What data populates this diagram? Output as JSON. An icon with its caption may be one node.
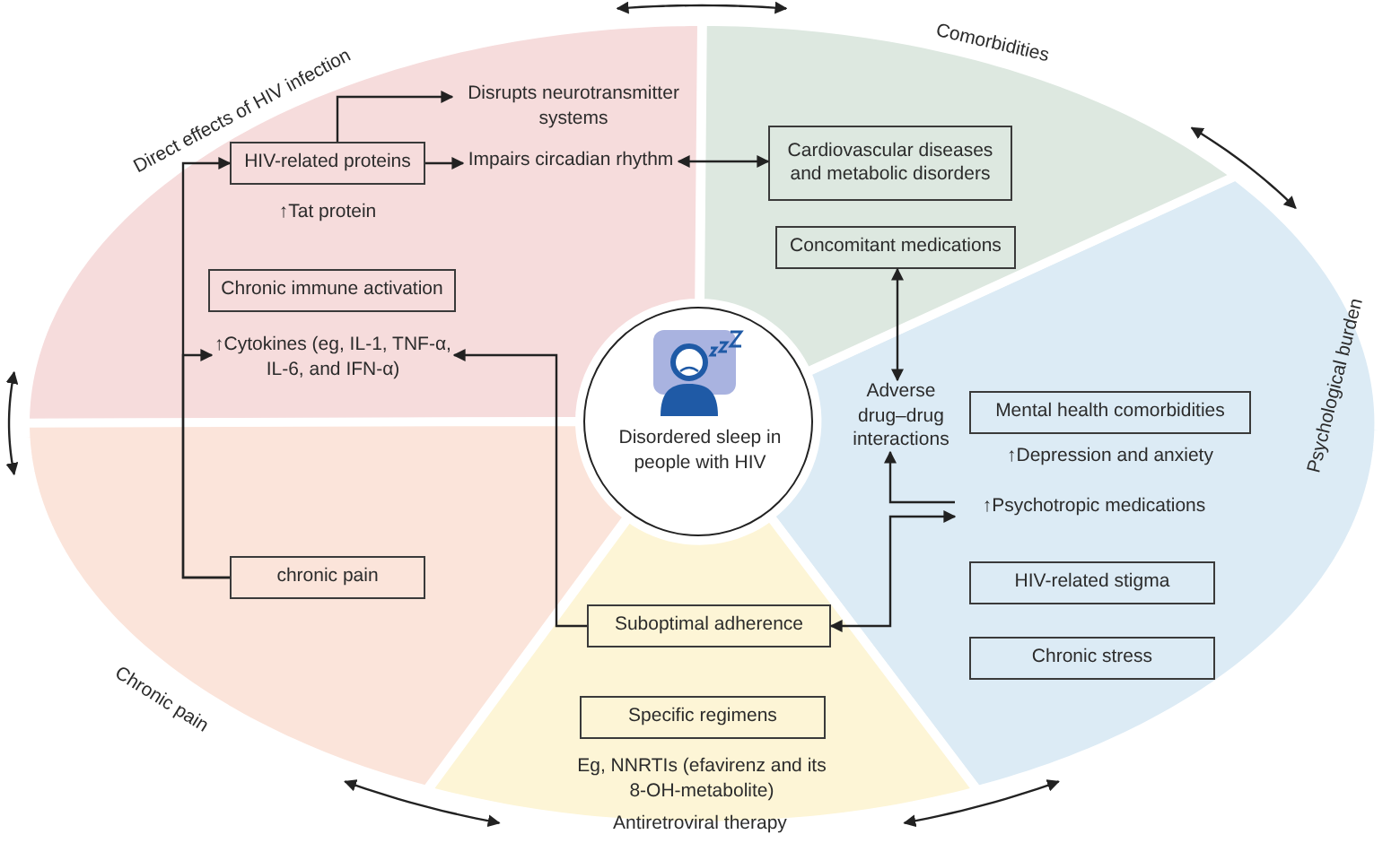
{
  "diagram": {
    "nodes": [
      {
        "text": [
          "Direct effects of HIV infection"
        ]
      },
      {
        "text": [
          "HIV-related proteins"
        ],
        "in": 0,
        "beside": [
          "↑Tat protein"
        ]
      },
      {
        "text": [
          "Disrupts neurotransmitter systems"
        ],
        "in": 0
      },
      {
        "text": [
          "Impairs circadian rhythm"
        ],
        "in": 0
      },
      {
        "text": [
          "Chronic immune activation"
        ],
        "in": 0
      },
      {
        "text": [
          "↑Cytokines (eg, IL-1, TNF-α, IL-6, and IFN-α)"
        ],
        "in": 0
      },
      {
        "text": [
          "Comorbidities"
        ]
      },
      {
        "text": [
          "Cardiovascular diseases and metabolic disorders"
        ],
        "in": 6
      },
      {
        "text": [
          "Concomitant medications"
        ],
        "in": 6
      },
      {
        "text": [
          "Disordered sleep in people with HIV"
        ]
      },
      {
        "text": [
          "Psychological burden"
        ]
      },
      {
        "text": [
          "Adverse drug–drug interactions"
        ],
        "in": 10
      },
      {
        "text": [
          "Mental health comorbidities"
        ],
        "in": 10,
        "beside": [
          "↑Depression and anxiety"
        ]
      },
      {
        "text": [
          "↑Psychotropic medications"
        ],
        "in": 10
      },
      {
        "text": [
          "HIV-related stigma"
        ],
        "in": 10
      },
      {
        "text": [
          "Chronic stress"
        ],
        "in": 10
      },
      {
        "text": [
          "Chronic pain"
        ]
      },
      {
        "text": [
          "chronic pain"
        ],
        "in": 16
      },
      {
        "text": [
          "Antiretroviral therapy"
        ]
      },
      {
        "text": [
          "Suboptimal adherence"
        ],
        "in": 18
      },
      {
        "text": [
          "Specific regimens"
        ],
        "in": 18,
        "beside": [
          "Eg, NNRTIs (efavirenz and its 8-OH-metabolite)"
        ]
      }
    ],
    "edges": [
      {
        "from": 17,
        "to": 1,
        "arrow": "to"
      },
      {
        "from": 17,
        "to": 5,
        "arrow": "to"
      },
      {
        "from": 1,
        "to": 2,
        "arrow": "to"
      },
      {
        "from": 1,
        "to": 3,
        "arrow": "to"
      },
      {
        "from": 3,
        "to": 7,
        "arrow": "both"
      },
      {
        "from": 8,
        "to": 11,
        "arrow": "both"
      },
      {
        "from": 19,
        "to": 5,
        "arrow": "to"
      },
      {
        "from": 13,
        "to": 11,
        "arrow": "to"
      },
      {
        "from": 19,
        "to": 13,
        "arrow": "both"
      },
      {
        "from": 0,
        "to": 6,
        "arrow": "both"
      },
      {
        "from": 6,
        "to": 10,
        "arrow": "both"
      },
      {
        "from": 10,
        "to": 18,
        "arrow": "both"
      },
      {
        "from": 18,
        "to": 16,
        "arrow": "both"
      },
      {
        "from": 16,
        "to": 0,
        "arrow": "both"
      }
    ]
  }
}
